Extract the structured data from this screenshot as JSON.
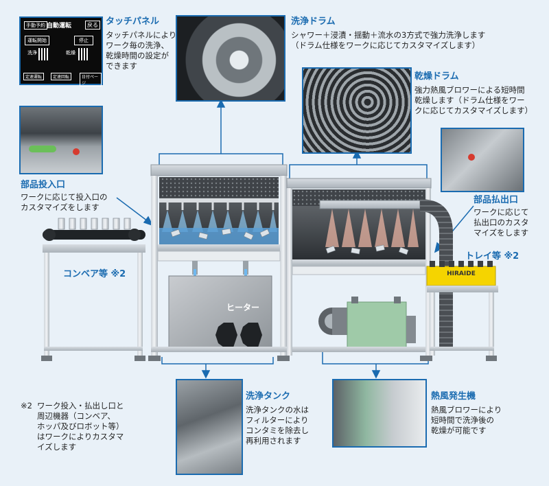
{
  "touch_panel": {
    "title": "タッチパネル",
    "desc": "タッチパネルにより\nワーク毎の洗浄、\n乾燥時間の設定が\nできます",
    "screen": {
      "top_left": "手動予約",
      "heading": "自動運転",
      "back": "戻る",
      "start": "運転開始",
      "stop": "停止",
      "rows": [
        "洗浄",
        "乾燥"
      ],
      "bottom": [
        "定速運転",
        "定速回転",
        "日付ページ"
      ]
    }
  },
  "wash_drum": {
    "title": "洗浄ドラム",
    "desc": "シャワー＋浸漬・揺動＋流水の3方式で強力洗浄します\n（ドラム仕様をワークに応じてカスタマイズします）"
  },
  "dry_drum": {
    "title": "乾燥ドラム",
    "desc": "強力熱風ブロワーによる短時間\n乾燥します（ドラム仕様をワー\nクに応じてカスタマイズします）"
  },
  "inlet": {
    "title": "部品投入口",
    "desc": "ワークに応じて投入口の\nカスタマイズをします"
  },
  "outlet": {
    "title": "部品払出口",
    "desc": "ワークに応じて\n払出口のカスタ\nマイズをします"
  },
  "conveyor_label": "コンベア等 ※2",
  "tray_label": "トレイ等 ※2",
  "tray_text": "HIRAIDE",
  "heater_label": "ヒーター",
  "wash_tank": {
    "title": "洗浄タンク",
    "desc": "洗浄タンクの水は\nフィルターにより\nコンタミを除去し\n再利用されます"
  },
  "hot_air": {
    "title": "熱風発生機",
    "desc": "熱風ブロワーにより\n短時間で洗浄後の\n乾燥が可能です"
  },
  "footnote": {
    "mark": "※2",
    "text": "ワーク投入・払出し口と\n周辺機器（コンベア、\nホッパ及びロボット等）\nはワークによりカスタマ\nイズします"
  },
  "colors": {
    "accent": "#1a6bb0",
    "background": "#e9f1f8",
    "tray": "#f5d400",
    "blower": "#9fcaa8"
  }
}
